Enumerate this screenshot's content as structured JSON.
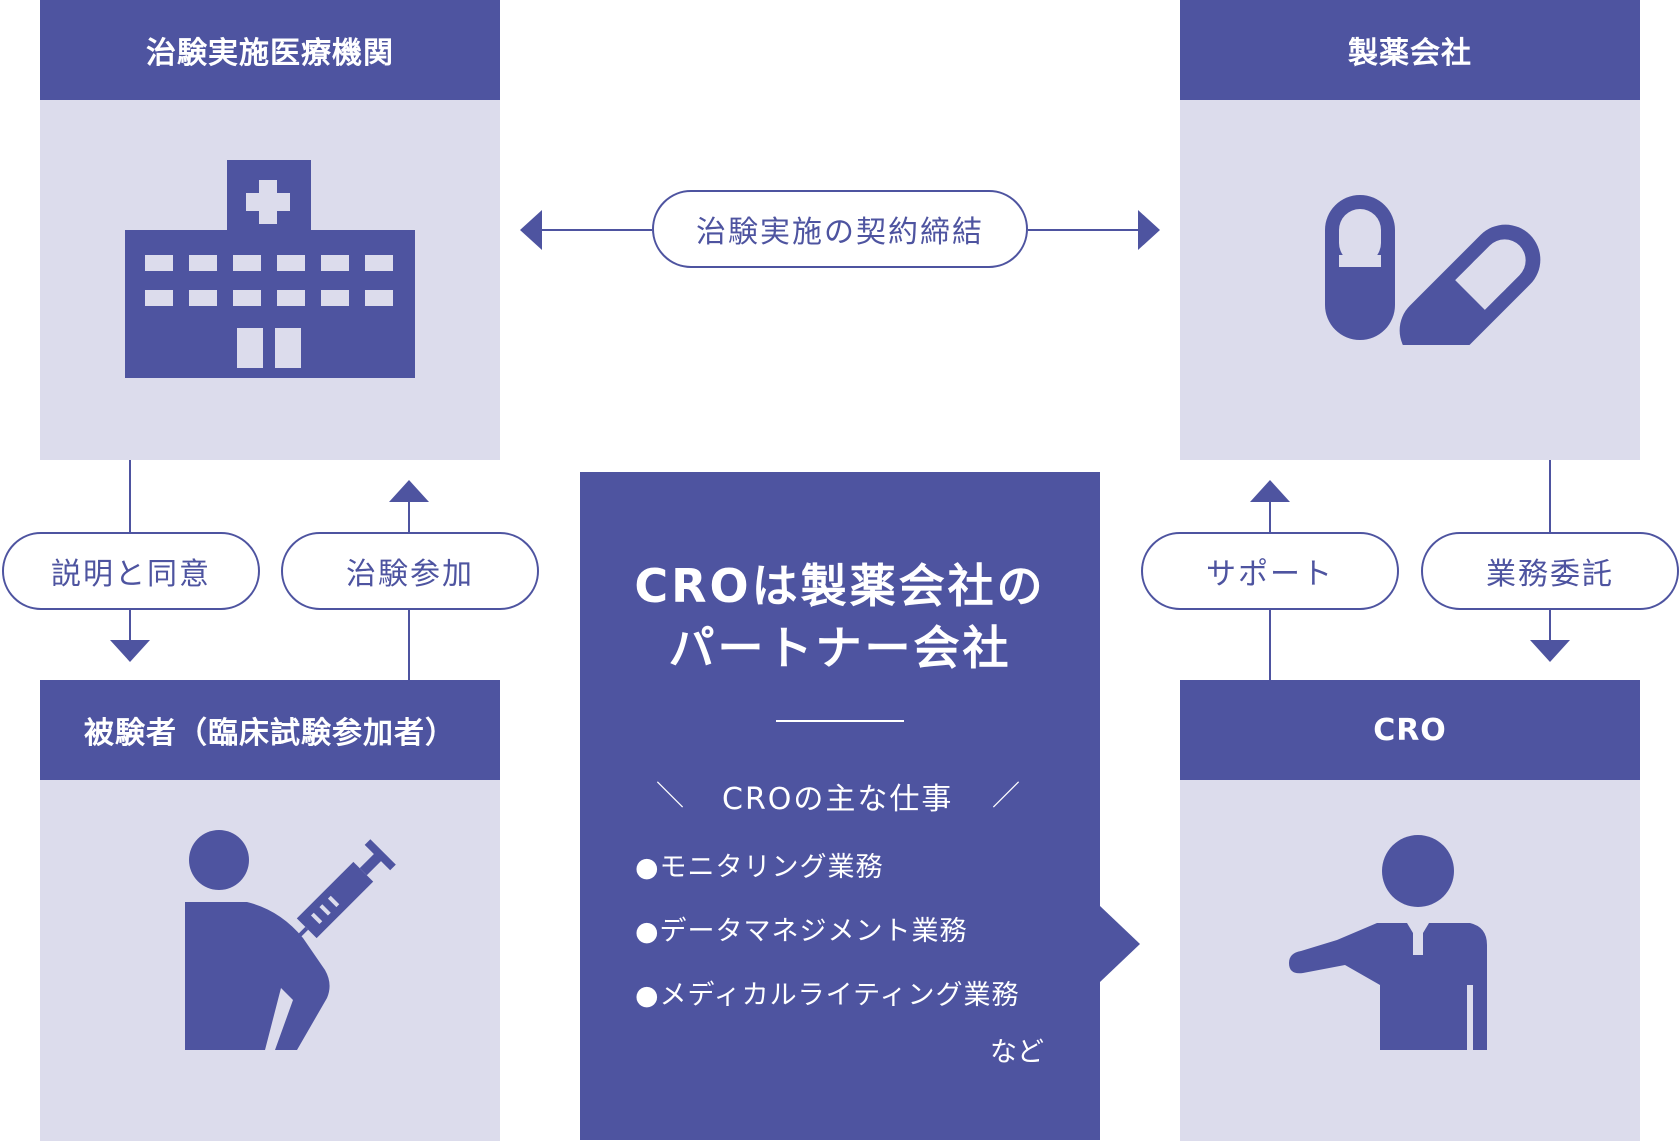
{
  "colors": {
    "accent": "#4e54a0",
    "panel_bg": "#dcdcec",
    "text_on_accent": "#ffffff"
  },
  "panels": {
    "hospital": {
      "title": "治験実施医療機関",
      "icon": "hospital-icon"
    },
    "pharma": {
      "title": "製薬会社",
      "icon": "capsule-pills-icon"
    },
    "subject": {
      "title": "被験者（臨床試験参加者）",
      "icon": "patient-syringe-icon"
    },
    "cro": {
      "title": "CRO",
      "icon": "businessman-icon"
    }
  },
  "connectors": {
    "contract": "治験実施の契約締結",
    "explain_consent": "説明と同意",
    "participation": "治験参加",
    "support": "サポート",
    "outsourcing": "業務委託"
  },
  "center": {
    "title_line1": "CROは製薬会社の",
    "title_line2": "パートナー会社",
    "subheading_left_deco": "＼",
    "subheading": "CROの主な仕事",
    "subheading_right_deco": "／",
    "tasks": [
      "●モニタリング業務",
      "●データマネジメント業務",
      "●メディカルライティング業務"
    ],
    "tasks_suffix": "など"
  }
}
